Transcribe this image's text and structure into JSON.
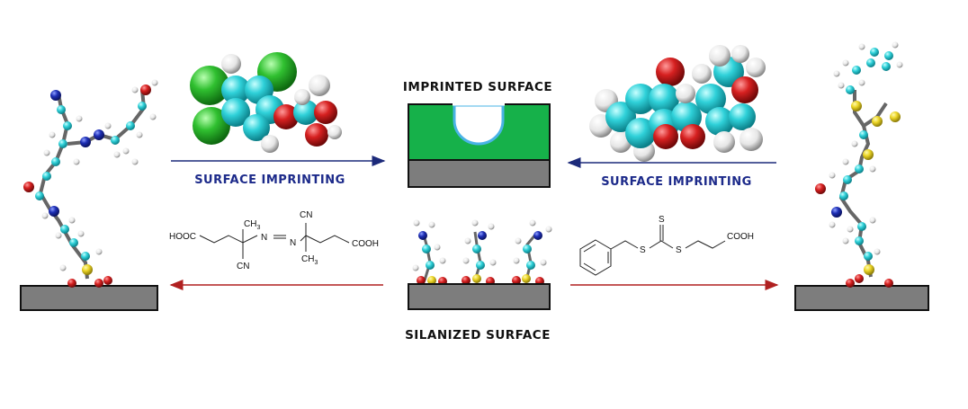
{
  "labels": {
    "imprinted_surface": "IMPRINTED SURFACE",
    "silanized_surface": "SILANIZED SURFACE",
    "surface_imprinting_left": "SURFACE IMPRINTING",
    "surface_imprinting_right": "SURFACE IMPRINTING"
  },
  "initiator": {
    "hooc": "HOOC",
    "cooh": "COOH",
    "ch3_top": "CH",
    "ch3_top_sub": "3",
    "ch3_bottom": "CH",
    "ch3_bottom_sub": "3",
    "cn_top": "CN",
    "cn_bottom": "CN",
    "n1": "N",
    "n2": "N"
  },
  "raft_agent": {
    "s_top": "S",
    "s_left": "S",
    "s_right": "S",
    "cooh": "COOH"
  },
  "colors": {
    "arrow_blue": "#1c2a7a",
    "arrow_red": "#b02020",
    "label_blue": "#1c2a8a",
    "polymer_green": "#16b14a",
    "substrate_gray": "#7d7d7d",
    "cavity_blue": "#4ab3e6",
    "carbon_cyan": "#2fd1d9",
    "hydrogen_white": "#eeeeee",
    "oxygen_red": "#d62020",
    "nitrogen_blue": "#1e2fb5",
    "chlorine_green": "#30c030",
    "sulfur_yellow": "#ecd526"
  }
}
